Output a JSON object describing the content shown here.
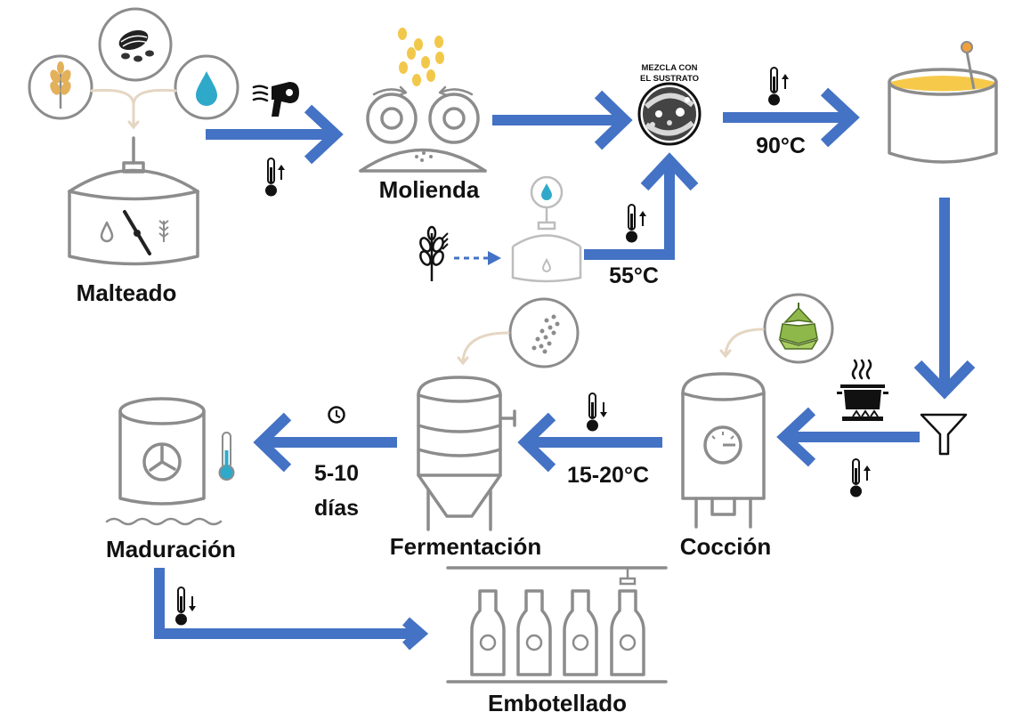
{
  "steps": {
    "malting": "Malteado",
    "milling": "Molienda",
    "mixing_line1": "MEZCLA CON",
    "mixing_line2": "EL SUSTRATO",
    "boiling": "Cocción",
    "fermentation": "Fermentación",
    "maturation": "Maduración",
    "bottling": "Embotellado"
  },
  "conditions": {
    "mash_temp": "55°C",
    "heat_temp": "90°C",
    "ferment_temp": "15-20°C",
    "maturation_time_line1": "5-10",
    "maturation_time_line2": "días"
  },
  "colors": {
    "flow_arrow": "#4472c4",
    "equipment_stroke": "#8c8c8c",
    "water_drop": "#2fa9c9",
    "malt_grain": "#f2c84b",
    "hop": "#8fb84a",
    "wort": "#f6c94a",
    "feed_arrow": "#e5d6c3"
  },
  "icons": [
    "wheat-icon",
    "cocoa-icon",
    "water-drop-icon",
    "hair-dryer-icon",
    "thermometer-up-icon",
    "thermometer-down-icon",
    "clock-icon",
    "hop-icon",
    "yeast-icon",
    "stove-pot-icon",
    "funnel-icon",
    "bottle-icon"
  ]
}
